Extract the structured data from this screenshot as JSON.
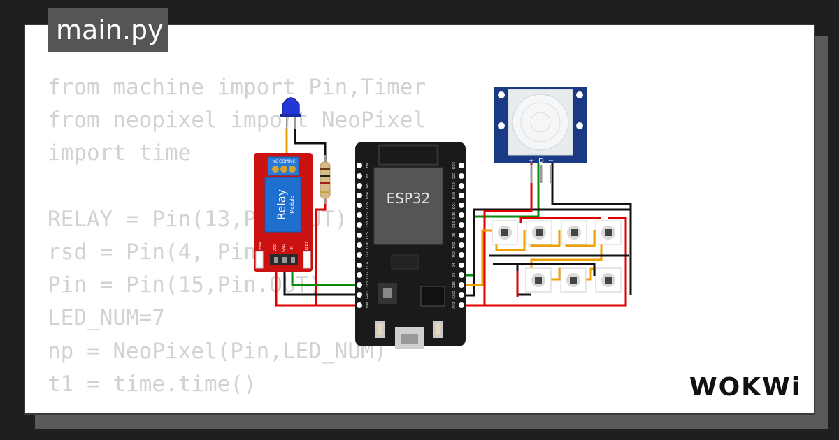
{
  "filename": "main.py",
  "code_lines": [
    "from machine import Pin,Timer",
    "from neopixel import NeoPixel",
    "import time",
    "",
    "RELAY = Pin(13,Pin.OUT)",
    "rsd = Pin(4, Pin.IN)",
    "Pin = Pin(15,Pin.OUT)",
    "LED_NUM=7",
    "np = NeoPixel(Pin,LED_NUM)",
    "t1 = time.time()"
  ],
  "board": {
    "label": "ESP32",
    "left_pins": [
      "EN",
      "VP",
      "VN",
      "D34",
      "D35",
      "D32",
      "D33",
      "D25",
      "D26",
      "D27",
      "D14",
      "D12",
      "D13",
      "GND",
      "VIN"
    ],
    "right_pins": [
      "D23",
      "D22",
      "TX0",
      "RX0",
      "D21",
      "D19",
      "D18",
      "D5",
      "TX2",
      "RX2",
      "D4",
      "D2",
      "D15",
      "GND",
      "3V3"
    ]
  },
  "relay": {
    "title": "Relay",
    "subtitle": "Module",
    "top_pins": [
      "NC",
      "COM",
      "NO"
    ],
    "bottom_pins": [
      "VCC",
      "GND",
      "IN"
    ],
    "pwr_label": "PWR",
    "led_label": "LED1"
  },
  "pir": {
    "pins": [
      "+",
      "D",
      "−"
    ]
  },
  "brand": "WOKWi",
  "colors": {
    "wire_red": "#e00000",
    "wire_black": "#111111",
    "wire_green": "#0a8a0a",
    "wire_orange": "#f0a000",
    "board": "#1a1a1a",
    "relay": "#cc1111",
    "pir": "#1b3a86"
  }
}
